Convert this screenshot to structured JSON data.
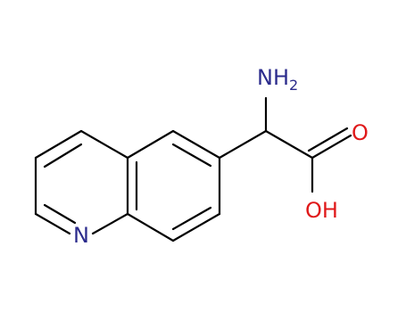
{
  "colors": {
    "nitrogen": "#2b2b8c",
    "oxygen": "#e0191a",
    "bond": "#000000",
    "background": "#ffffff"
  },
  "labels": {
    "amine_N": "NH",
    "amine_sub": "2",
    "carbonyl_O": "O",
    "hydroxyl": "OH",
    "ring_N": "N"
  }
}
